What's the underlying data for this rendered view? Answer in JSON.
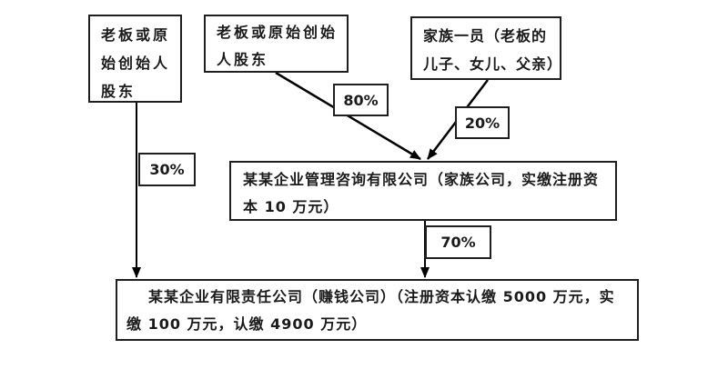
{
  "diagram": {
    "colors": {
      "background": "#ffffff",
      "border": "#1f1f1f",
      "text": "#1a1a1a",
      "arrow": "#000000"
    },
    "nodes": {
      "owner_left": {
        "lines": [
          "老板或原",
          "始创始人",
          "股东"
        ],
        "full_text": "老板或原始创始人股东"
      },
      "owner_mid": {
        "lines": [
          "老板或原始创始",
          "人股东"
        ],
        "full_text": "老板或原始创始人股东"
      },
      "family_member": {
        "lines": [
          "家族一员（老板的",
          "儿子、女儿、父亲）"
        ],
        "full_text": "家族一员（老板的儿子、女儿、父亲）"
      },
      "family_company": {
        "lines": [
          "某某企业管理咨询有限公司（家族公司，实缴注册资",
          "本 10 万元）"
        ],
        "full_text": "某某企业管理咨询有限公司（家族公司，实缴注册资本 10 万元）"
      },
      "operating_company": {
        "lines": [
          "某某企业有限责任公司（赚钱公司）（注册资本认缴 5000 万元，实",
          "缴 100 万元，认缴 4900 万元）"
        ],
        "full_text": "某某企业有限责任公司（赚钱公司）（注册资本认缴 5000 万元，实缴 100 万元，认缴 4900 万元）"
      }
    },
    "edges": {
      "owner_left_to_operating": {
        "label": "30%",
        "from": "owner_left",
        "to": "operating_company"
      },
      "owner_mid_to_family_co": {
        "label": "80%",
        "from": "owner_mid",
        "to": "family_company"
      },
      "family_member_to_family_co": {
        "label": "20%",
        "from": "family_member",
        "to": "family_company"
      },
      "family_co_to_operating": {
        "label": "70%",
        "from": "family_company",
        "to": "operating_company"
      }
    }
  }
}
